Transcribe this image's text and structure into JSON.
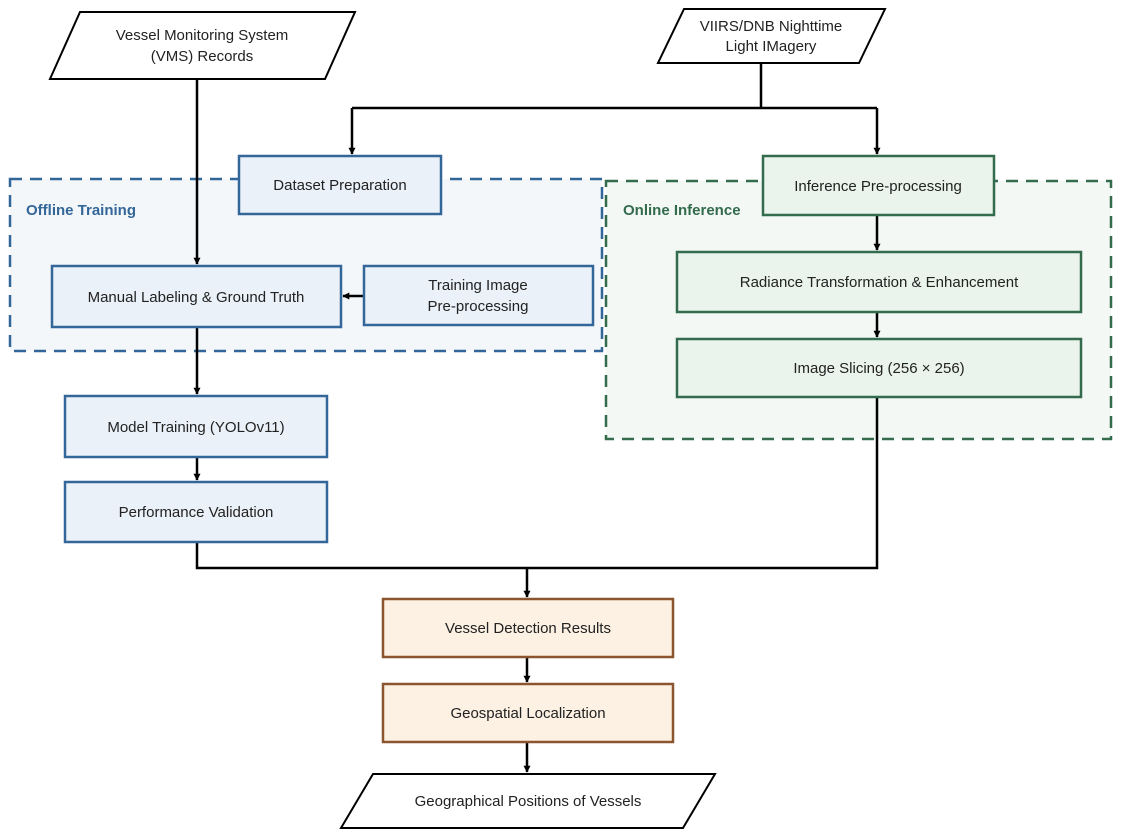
{
  "colors": {
    "blue_stroke": "#336699",
    "blue_fill": "#eaf1f8",
    "blue_region": "#f3f7fa",
    "green_stroke": "#336b4d",
    "green_fill": "#eaf4ec",
    "green_region": "#f3f8f4",
    "brown_stroke": "#8b5530",
    "brown_fill": "#fcf1e3",
    "line": "#000000"
  },
  "groups": {
    "offline_training": "Offline Training",
    "online_inference": "Online Inference"
  },
  "inputs": {
    "vms": {
      "line1": "Vessel Monitoring System",
      "line2": "(VMS) Records"
    },
    "viirs": {
      "line1": "VIIRS/DNB  Nighttime",
      "line2": "Light IMagery"
    }
  },
  "nodes": {
    "dataset_preparation": "Dataset Preparation",
    "manual_labeling": "Manual Labeling & Ground Truth",
    "training_preprocessing": {
      "line1": "Training Image",
      "line2": "Pre-processing"
    },
    "model_training": "Model Training (YOLOv11)",
    "performance_validation": "Performance Validation",
    "inference_preprocessing": "Inference Pre-processing",
    "radiance_transformation": "Radiance Transformation & Enhancement",
    "image_slicing": "Image Slicing (256 × 256)",
    "vessel_detection": "Vessel Detection Results",
    "geospatial_localization": "Geospatial Localization"
  },
  "outputs": {
    "geo_positions": "Geographical Positions of Vessels"
  }
}
